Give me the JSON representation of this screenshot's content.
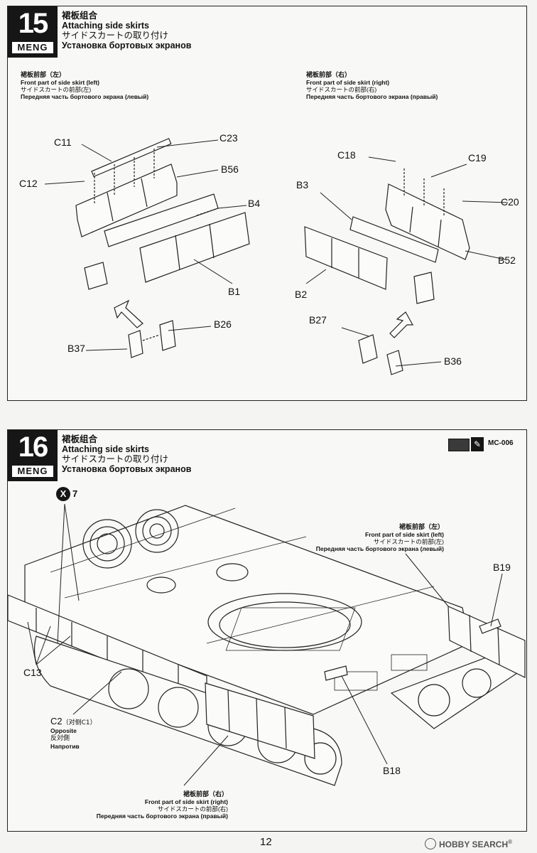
{
  "step15": {
    "number": "15",
    "brand": "MENG",
    "title_cn": "裙板组合",
    "title_en": "Attaching side skirts",
    "title_jp": "サイドスカートの取り付け",
    "title_ru": "Установка бортовых экранов",
    "left_note": {
      "cn": "裙板前部（左）",
      "en": "Front part of side skirt  (left)",
      "jp": "サイドスカートの前部(左)",
      "ru": "Передняя часть бортового экрана  (левый)"
    },
    "right_note": {
      "cn": "裙板前部（右）",
      "en": "Front part of side skirt  (right)",
      "jp": "サイドスカートの前部(右)",
      "ru": "Передняя часть бортового экрана  (правый)"
    },
    "left_labels": [
      "C11",
      "C23",
      "C12",
      "B56",
      "B4",
      "B1",
      "B26",
      "B37"
    ],
    "right_labels": [
      "C18",
      "C19",
      "B3",
      "C20",
      "B52",
      "B2",
      "B27",
      "B36"
    ]
  },
  "step16": {
    "number": "16",
    "brand": "MENG",
    "title_cn": "裙板组合",
    "title_en": "Attaching side skirts",
    "title_jp": "サイドスカートの取り付け",
    "title_ru": "Установка бортовых экранов",
    "paint_code": "MC-006",
    "paint_color": "#3a3a3a",
    "quantity": "7",
    "quantity_symbol": "X",
    "top_note": {
      "cn": "裙板前部（左）",
      "en": "Front part of side skirt  (left)",
      "jp": "サイドスカートの前部(左)",
      "ru": "Передняя часть бортового экрана  (левый)"
    },
    "bottom_note": {
      "cn": "裙板前部（右）",
      "en": "Front part of side skirt  (right)",
      "jp": "サイドスカートの前部(右)",
      "ru": "Передняя часть бортового экрана  (правый)"
    },
    "labels": {
      "b19": "B19",
      "c13": "C13",
      "b18": "B18"
    },
    "opposite": {
      "part": "C2",
      "cn": "（对侧C1）",
      "en": "Opposite",
      "jp": "反対側",
      "ru": "Напротив"
    }
  },
  "footer": {
    "page": "12",
    "watermark": "HOBBY SEARCH"
  }
}
